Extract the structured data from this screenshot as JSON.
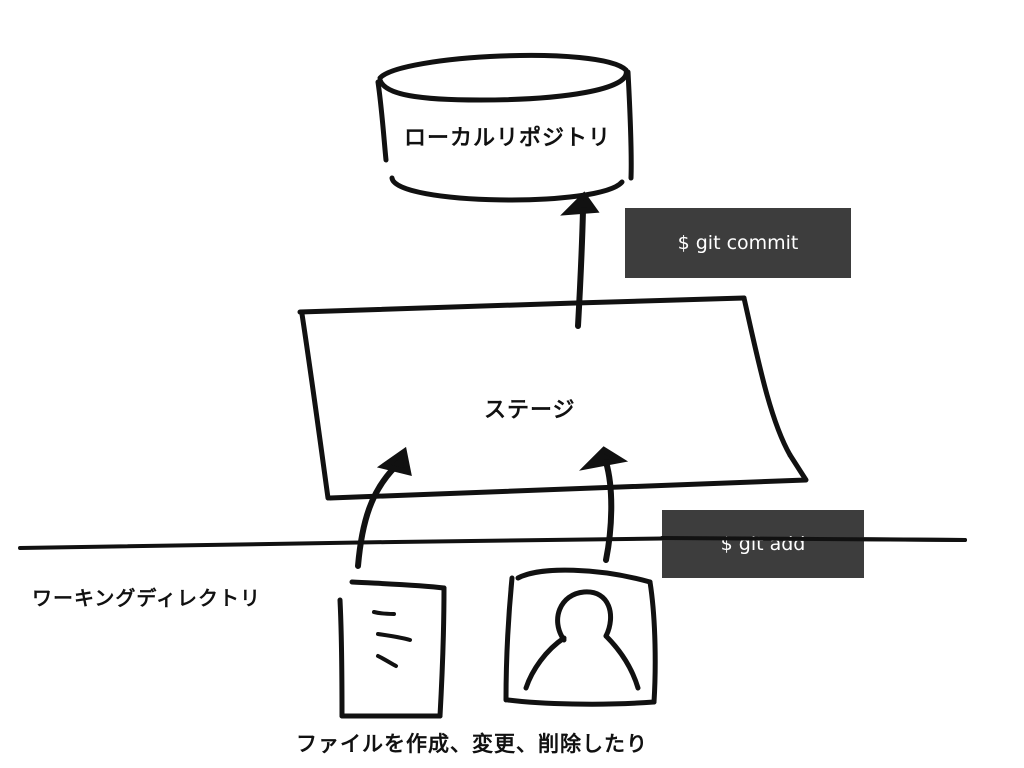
{
  "labels": {
    "local_repo": "ローカルリポジトリ",
    "stage": "ステージ",
    "working_dir": "ワーキングディレクトリ",
    "file_ops": "ファイルを作成、変更、削除したり"
  },
  "commands": {
    "commit": "$ git commit",
    "add": "$ git add"
  },
  "colors": {
    "ink": "#111111",
    "command_bg": "#3d3d3d",
    "command_text": "#ffffff",
    "background": "#ffffff"
  },
  "icons": [
    "document-icon",
    "person-icon"
  ]
}
